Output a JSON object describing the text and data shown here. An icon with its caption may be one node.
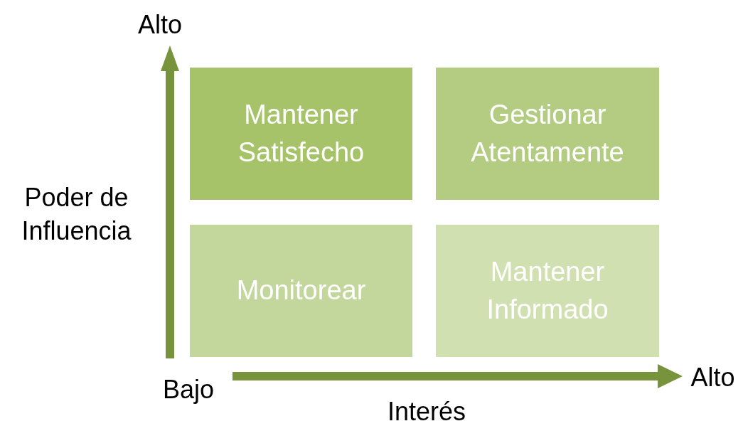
{
  "diagram": {
    "nodes": [
      {
        "text": [
          "Mantener Satisfecho"
        ]
      },
      {
        "text": [
          "Gestionar Atentamente"
        ]
      },
      {
        "text": [
          "Monitorear"
        ]
      },
      {
        "text": [
          "Mantener Informado"
        ]
      }
    ],
    "labels": [
      "Alto",
      "Poder de Influencia",
      "Bajo",
      "Alto",
      "Interés"
    ]
  }
}
